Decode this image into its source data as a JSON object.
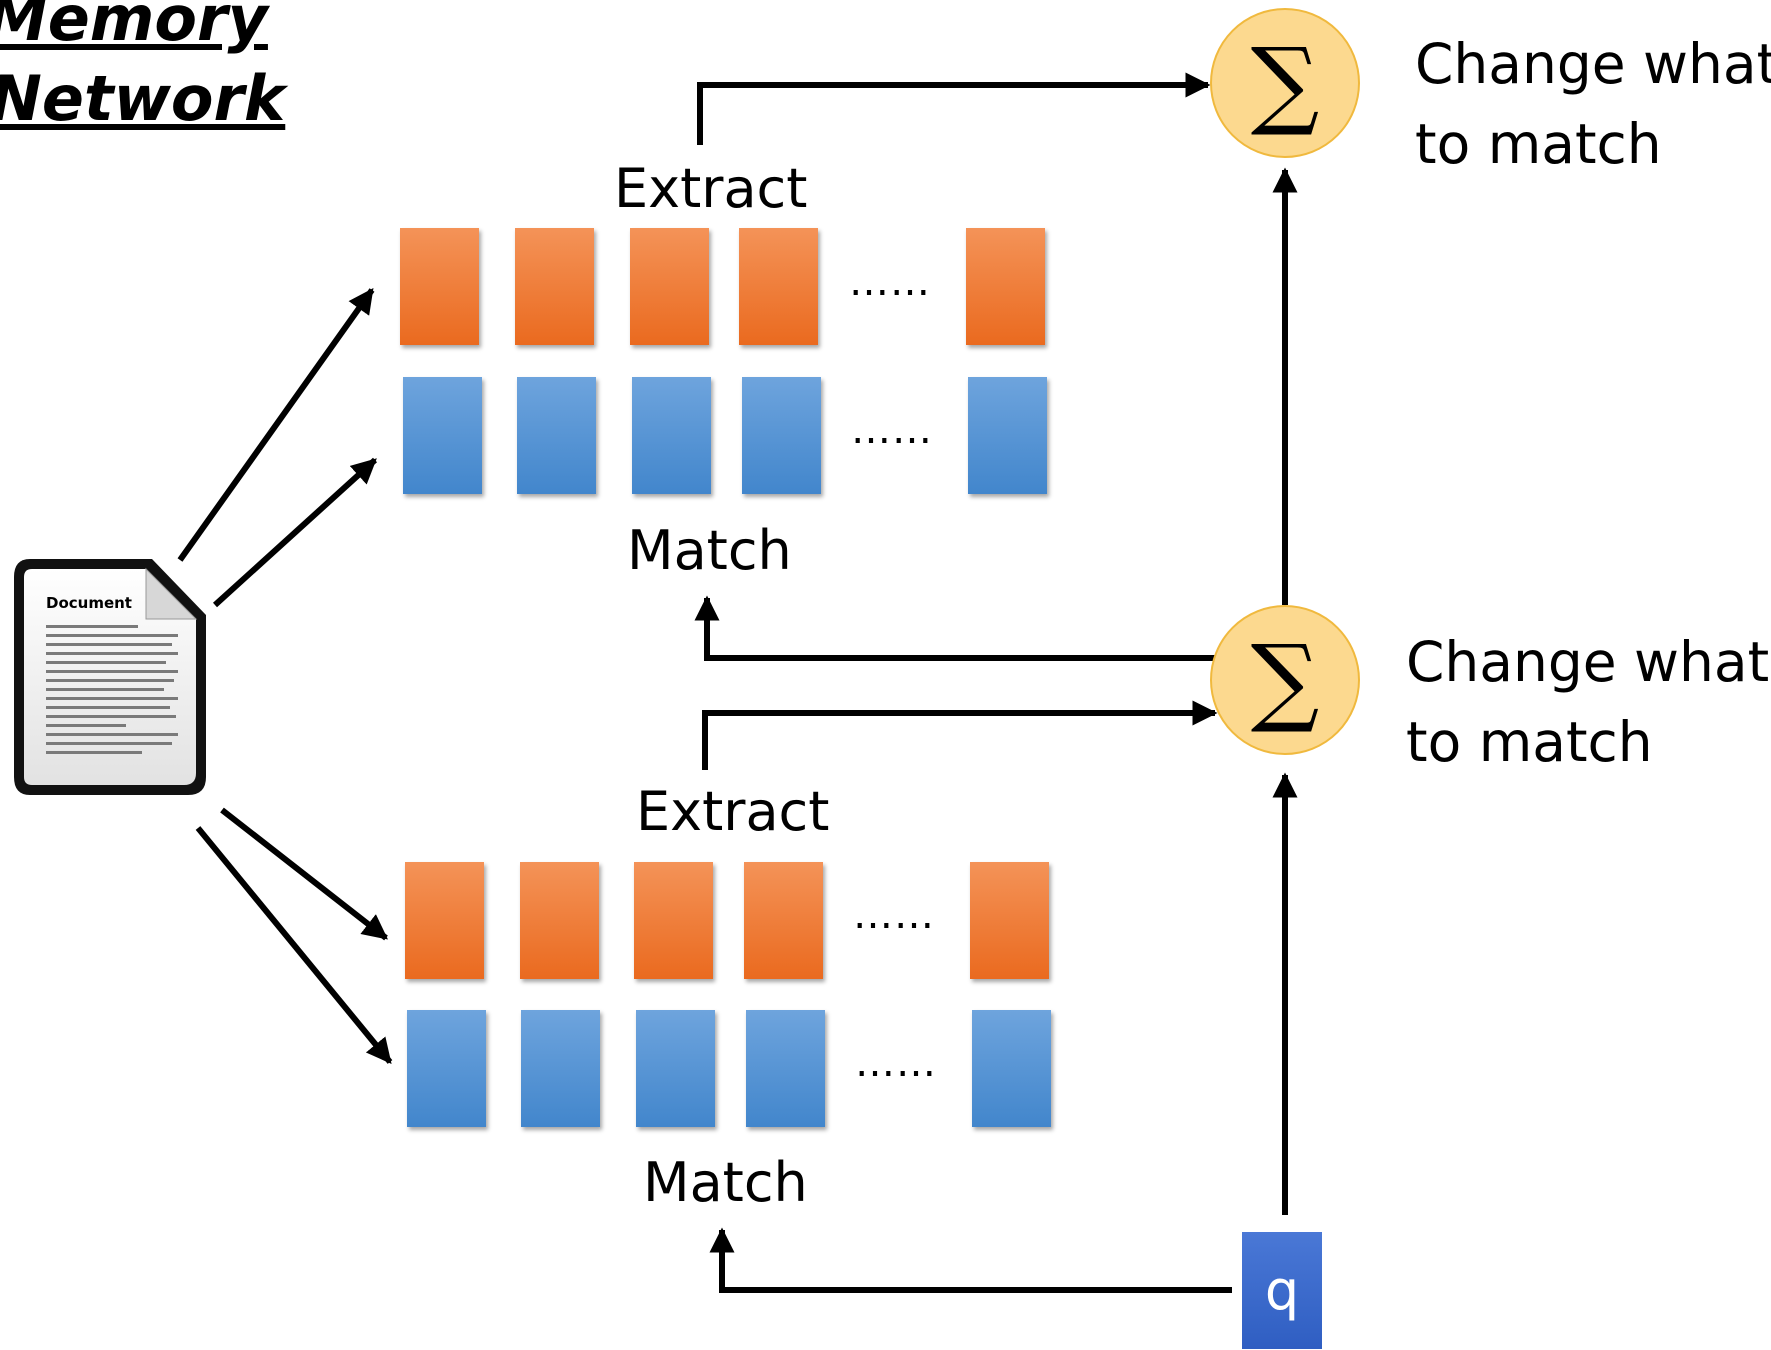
{
  "title": {
    "line1": "Memory",
    "line2": "Network"
  },
  "document_icon": {
    "heading": "Document"
  },
  "hops": [
    {
      "extract_label": "Extract",
      "match_label": "Match",
      "ellipsis_top": "……",
      "ellipsis_bottom": "……"
    },
    {
      "extract_label": "Extract",
      "match_label": "Match",
      "ellipsis_top": "……",
      "ellipsis_bottom": "……"
    }
  ],
  "sigma_symbol": "∑",
  "notes": [
    {
      "line1": "Change what",
      "line2": "to match"
    },
    {
      "line1": "Change what",
      "line2": "to match"
    }
  ],
  "query": {
    "label": "q"
  },
  "colors": {
    "extract_cell": "#ee7a35",
    "match_cell": "#5294d5",
    "sigma_fill": "#fcd98f",
    "query_fill": "#3a68c8"
  }
}
